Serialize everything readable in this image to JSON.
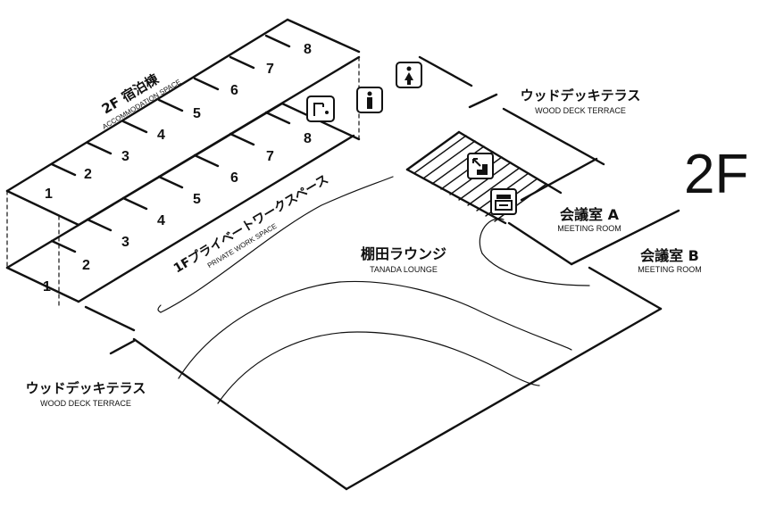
{
  "floor": {
    "label": "2F"
  },
  "accommodation": {
    "label_jp": "2F 宿泊棟",
    "label_en": "ACCOMMODATION SPACE",
    "upper_rooms": [
      "1",
      "2",
      "3",
      "4",
      "5",
      "6",
      "7",
      "8"
    ],
    "lower_rooms": [
      "1",
      "2",
      "3",
      "4",
      "5",
      "6",
      "7",
      "8"
    ]
  },
  "work_space": {
    "label_jp": "1Fプライベートワークスペース",
    "label_en": "PRIVATE WORK SPACE"
  },
  "lounge": {
    "label_jp": "棚田ラウンジ",
    "label_en": "TANADA LOUNGE"
  },
  "meeting_a": {
    "label_jp": "会議室 A",
    "label_en": "MEETING ROOM"
  },
  "meeting_b": {
    "label_jp": "会議室 B",
    "label_en": "MEETING ROOM"
  },
  "terrace_top": {
    "label_jp": "ウッドデッキテラス",
    "label_en": "WOOD DECK TERRACE"
  },
  "terrace_bottom": {
    "label_jp": "ウッドデッキテラス",
    "label_en": "WOOD DECK TERRACE"
  },
  "icons": [
    "toilet-icon",
    "washroom-icon",
    "stairs-icon",
    "copier-icon"
  ],
  "colors": {
    "line": "#111111",
    "background": "#ffffff"
  }
}
